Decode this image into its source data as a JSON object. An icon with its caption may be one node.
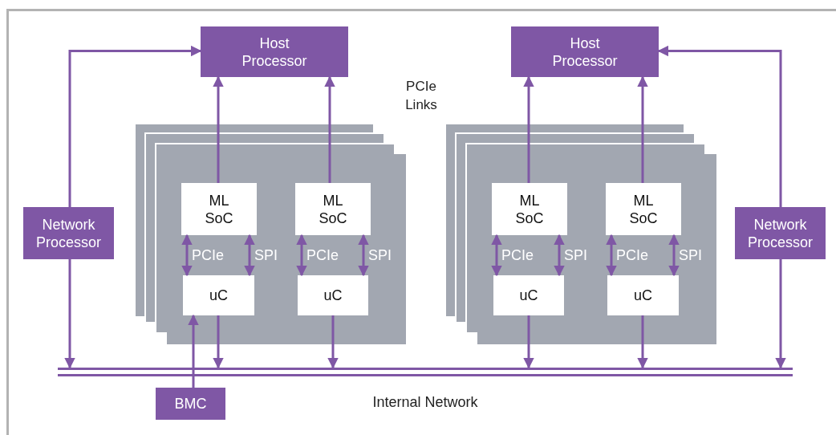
{
  "diagram": {
    "nodes": [
      {
        "text": [
          "Host Processor"
        ]
      },
      {
        "text": [
          "Host Processor"
        ]
      },
      {
        "text": [
          "Network Processor"
        ]
      },
      {
        "text": [
          "Network Processor"
        ]
      },
      {
        "text": [],
        "shape": "box"
      },
      {
        "text": [
          "ML SoC"
        ],
        "in": 4
      },
      {
        "text": [
          "ML SoC"
        ],
        "in": 4
      },
      {
        "text": [
          "uC"
        ],
        "in": 4
      },
      {
        "text": [
          "uC"
        ],
        "in": 4
      },
      {
        "text": [],
        "shape": "box"
      },
      {
        "text": [
          "ML SoC"
        ],
        "in": 9
      },
      {
        "text": [
          "ML SoC"
        ],
        "in": 9
      },
      {
        "text": [
          "uC"
        ],
        "in": 9
      },
      {
        "text": [
          "uC"
        ],
        "in": 9
      },
      {
        "text": [],
        "shape": "bar",
        "beside": [
          "Internal Network"
        ]
      },
      {
        "text": [
          "BMC"
        ]
      }
    ],
    "edges": [
      {
        "from": 2,
        "to": 0,
        "arrow": "to"
      },
      {
        "from": 3,
        "to": 1,
        "arrow": "to"
      },
      {
        "from": 5,
        "to": 0,
        "arrow": "to"
      },
      {
        "from": 6,
        "to": 0,
        "arrow": "to"
      },
      {
        "from": 10,
        "to": 1,
        "arrow": "to"
      },
      {
        "from": 11,
        "to": 1,
        "arrow": "to"
      },
      {
        "from": 5,
        "to": 7,
        "arrow": "both",
        "label": "PCIe"
      },
      {
        "from": 5,
        "to": 7,
        "arrow": "both",
        "label": "SPI"
      },
      {
        "from": 6,
        "to": 8,
        "arrow": "both",
        "label": "PCIe"
      },
      {
        "from": 6,
        "to": 8,
        "arrow": "both",
        "label": "SPI"
      },
      {
        "from": 10,
        "to": 12,
        "arrow": "both",
        "label": "PCIe"
      },
      {
        "from": 10,
        "to": 12,
        "arrow": "both",
        "label": "SPI"
      },
      {
        "from": 11,
        "to": 13,
        "arrow": "both",
        "label": "PCIe"
      },
      {
        "from": 11,
        "to": 13,
        "arrow": "both",
        "label": "SPI"
      },
      {
        "from": 7,
        "to": 14,
        "arrow": "to"
      },
      {
        "from": 8,
        "to": 14,
        "arrow": "to"
      },
      {
        "from": 12,
        "to": 14,
        "arrow": "to"
      },
      {
        "from": 13,
        "to": 14,
        "arrow": "to"
      },
      {
        "from": 2,
        "to": 14,
        "arrow": "to"
      },
      {
        "from": 3,
        "to": 14,
        "arrow": "to"
      },
      {
        "from": 15,
        "to": 7,
        "arrow": "to"
      }
    ],
    "labels": [
      "PCIe Links"
    ]
  }
}
